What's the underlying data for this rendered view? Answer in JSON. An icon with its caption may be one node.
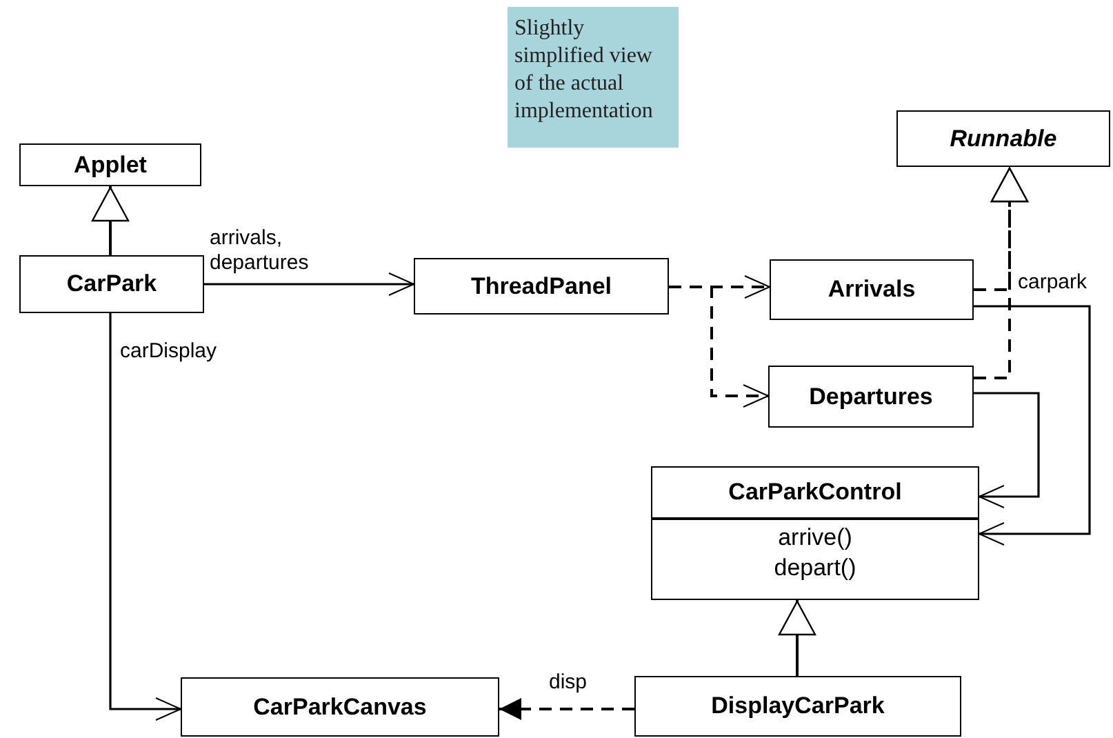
{
  "diagram": {
    "nodes": [
      {
        "text": [
          "Slightly simplified view of the actual implementation"
        ]
      },
      {
        "text": [
          "Applet"
        ]
      },
      {
        "text": [
          "Runnable"
        ]
      },
      {
        "text": [
          "CarPark"
        ]
      },
      {
        "text": [
          "ThreadPanel"
        ]
      },
      {
        "text": [
          "Arrivals"
        ]
      },
      {
        "text": [
          "Departures"
        ]
      },
      {
        "text": [
          "CarParkControl",
          "arrive()",
          "depart()"
        ]
      },
      {
        "text": [
          "CarParkCanvas"
        ]
      },
      {
        "text": [
          "DisplayCarPark"
        ]
      }
    ],
    "edges": [
      {
        "from": 3,
        "to": 1,
        "arrow": "to"
      },
      {
        "from": 3,
        "to": 4,
        "arrow": "to",
        "label": "arrivals, departures"
      },
      {
        "from": 4,
        "to": 5,
        "arrow": "to",
        "style": "dashed"
      },
      {
        "from": 4,
        "to": 6,
        "arrow": "to",
        "style": "dashed"
      },
      {
        "from": 5,
        "to": 2,
        "arrow": "to",
        "style": "dashed"
      },
      {
        "from": 6,
        "to": 2,
        "arrow": "to",
        "style": "dashed"
      },
      {
        "from": 5,
        "to": 7,
        "arrow": "to",
        "label": "carpark"
      },
      {
        "from": 6,
        "to": 7,
        "arrow": "to"
      },
      {
        "from": 3,
        "to": 8,
        "arrow": "to",
        "label": "carDisplay"
      },
      {
        "from": 9,
        "to": 7,
        "arrow": "to"
      },
      {
        "from": 9,
        "to": 8,
        "arrow": "to",
        "style": "dashed",
        "label": "disp"
      }
    ]
  }
}
